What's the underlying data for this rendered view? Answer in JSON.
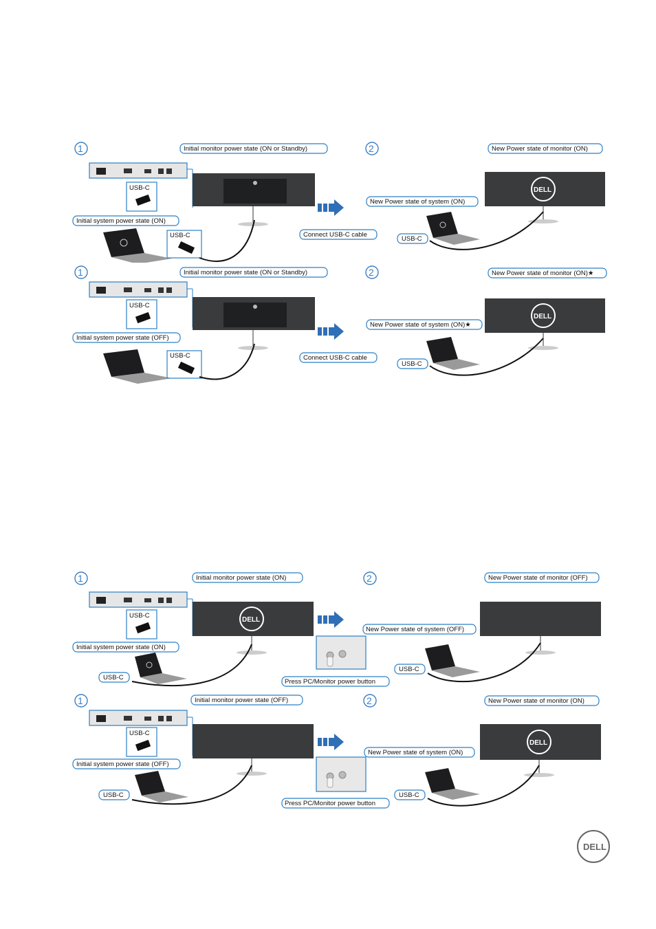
{
  "scenarios": [
    {
      "step1": "1",
      "step2": "2",
      "initial_monitor": "Initial monitor power state (ON or Standby)",
      "initial_system": "Initial system power state (ON)",
      "usbc_dock": "USB-C",
      "usbc_laptop": "USB-C",
      "action": "Connect USB-C cable",
      "new_system": "New Power state of system (ON)",
      "new_monitor": "New Power state of monitor (ON)",
      "usbc_result": "USB-C",
      "logo_text": "DELL"
    },
    {
      "step1": "1",
      "step2": "2",
      "initial_monitor": "Initial monitor power state (ON or Standby)",
      "initial_system": "Initial system power state (OFF)",
      "usbc_dock": "USB-C",
      "usbc_laptop": "USB-C",
      "action": "Connect USB-C cable",
      "new_system": "New Power state of system (ON)★",
      "new_monitor": "New Power state of monitor (ON)★",
      "usbc_result": "USB-C",
      "logo_text": "DELL"
    },
    {
      "step1": "1",
      "step2": "2",
      "initial_monitor": "Initial monitor power state (ON)",
      "initial_system": "Initial system power state (ON)",
      "usbc_dock": "USB-C",
      "usbc_laptop": "USB-C",
      "action": "Press PC/Monitor power button",
      "new_system": "New Power state of system (OFF)",
      "new_monitor": "New Power state of monitor (OFF)",
      "usbc_result": "USB-C",
      "logo_text": "DELL"
    },
    {
      "step1": "1",
      "step2": "2",
      "initial_monitor": "Initial monitor power state (OFF)",
      "initial_system": "Initial system power state (OFF)",
      "usbc_dock": "USB-C",
      "usbc_laptop": "USB-C",
      "action": "Press PC/Monitor power button",
      "new_system": "New Power state of system (ON)",
      "new_monitor": "New Power state of monitor (ON)",
      "usbc_result": "USB-C",
      "logo_text": "DELL"
    }
  ],
  "footer": {
    "logo_text": "DELL"
  },
  "colors": {
    "accent": "#2b7fc4",
    "arrow": "#2f6fb5",
    "monitor": "#3a3b3d"
  }
}
